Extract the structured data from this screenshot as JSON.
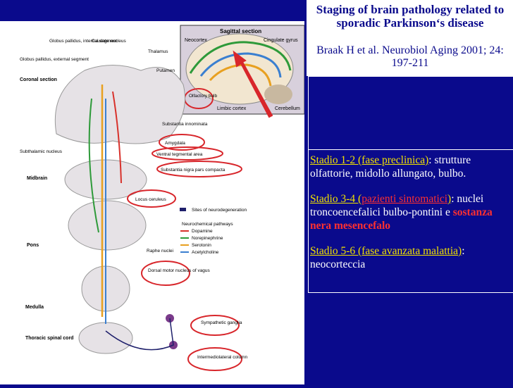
{
  "title": "Staging of brain pathology related to sporadic Parkinson‘s disease",
  "reference": "Braak H et al. Neurobiol Aging 2001; 24: 197-211",
  "stages": [
    {
      "link": "Stadio 1-2 (fase preclinica)",
      "text": ": strutture olfattorie, midollo allungato, bulbo."
    },
    {
      "link_a": "Stadio 3-4 (",
      "link_b": "pazienti sintomatici",
      "link_c": ")",
      "text": ": nuclei troncoencefalici bulbo-pontini e ",
      "highlight": "sostanza nera mesencefalo"
    },
    {
      "link": "Stadio 5-6 (fase avanzata malattia)",
      "text": ": neocorteccia"
    }
  ],
  "figure": {
    "sagittal_title": "Sagittal section",
    "labels": {
      "neocortex": "Neocortex",
      "cingulate": "Cingulate gyrus",
      "olfactory": "Olfactory bulb",
      "limbic": "Limbic cortex",
      "cerebellum": "Cerebellum",
      "gp_internal": "Globus pallidus, internal segment",
      "gp_external": "Globus pallidus, external segment",
      "caudate": "Caudate nucleus",
      "thalamus": "Thalamus",
      "putamen": "Putamen",
      "coronal": "Coronal section",
      "subst_innominata": "Substantia innominata",
      "amygdala": "Amygdala",
      "subthalamic": "Subthalamic nucleus",
      "vta": "Ventral tegmental area",
      "snpc": "Substantia nigra pars compacta",
      "midbrain": "Midbrain",
      "locus": "Locus ceruleus",
      "sites": "Sites of neurodegeneration",
      "pathways": "Neurochemical pathways",
      "dopamine": "Dopamine",
      "norepi": "Norepinephrine",
      "serotonin": "Serotonin",
      "ach": "Acetylcholine",
      "pons": "Pons",
      "raphe": "Raphe nuclei",
      "dorsal_motor": "Dorsal motor nucleus of vagus",
      "medulla": "Medulla",
      "sympathetic": "Sympathetic ganglia",
      "thoracic": "Thoracic spinal cord",
      "intermedio": "Intermediolateral column"
    },
    "colors": {
      "dopamine": "#d8312b",
      "norepinephrine": "#2e9a3a",
      "serotonin": "#e8a020",
      "acetylcholine": "#3a7fd0",
      "circle": "#d8262b",
      "neuro_sites": "#1e1f6b"
    }
  }
}
